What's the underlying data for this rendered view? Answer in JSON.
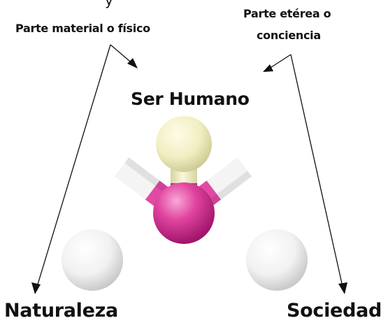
{
  "labels": {
    "top_fragment": "y",
    "material": "Parte material o físico",
    "ethereal_line1": "Parte etérea o",
    "ethereal_line2": "conciencia",
    "center": "Ser Humano",
    "bottom_left": "Naturaleza",
    "bottom_right": "Sociedad"
  },
  "colors": {
    "hub": "#e0449f",
    "top_atom": "#f3f0c4",
    "side_atoms": "#f4f4f4",
    "text": "#111111"
  }
}
